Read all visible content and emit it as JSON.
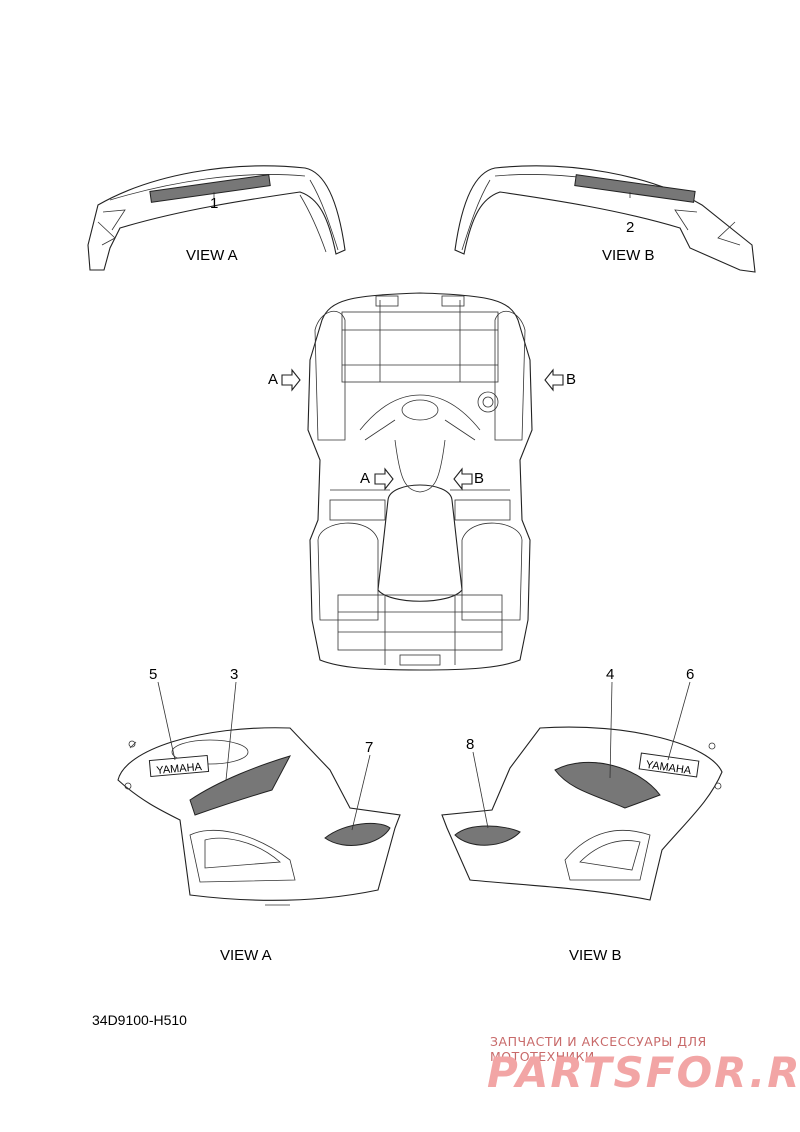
{
  "views": {
    "top_left": "VIEW A",
    "top_right": "VIEW B",
    "bottom_left": "VIEW A",
    "bottom_right": "VIEW B"
  },
  "callouts": {
    "c1": "1",
    "c2": "2",
    "c3": "3",
    "c4": "4",
    "c5": "5",
    "c6": "6",
    "c7": "7",
    "c8": "8"
  },
  "arrows": {
    "outer_left": "A",
    "outer_right": "B",
    "inner_left": "A",
    "inner_right": "B"
  },
  "decal_text": {
    "yamaha": "YAMAHA"
  },
  "diagram_code": "34D9100-H510",
  "watermark": {
    "tagline": "ЗАПЧАСТИ И АКСЕССУАРЫ ДЛЯ МОТОТЕХНИКИ",
    "brand": "PARTSFOR.RU"
  }
}
